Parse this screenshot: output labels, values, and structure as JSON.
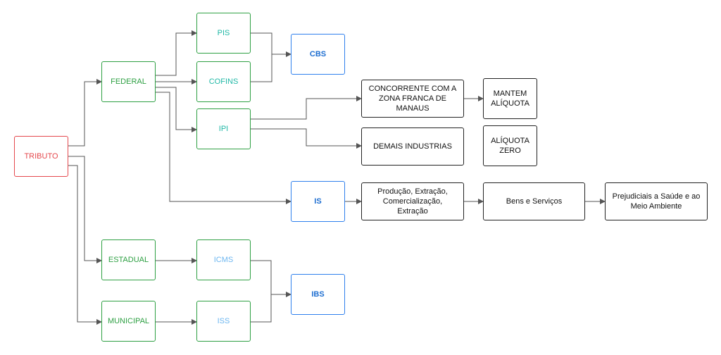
{
  "nodes": {
    "tributo": "TRIBUTO",
    "federal": "FEDERAL",
    "estadual": "ESTADUAL",
    "municipal": "MUNICIPAL",
    "pis": "PIS",
    "cofins": "COFINS",
    "ipi": "IPI",
    "cbs": "CBS",
    "is": "IS",
    "icms": "ICMS",
    "iss": "ISS",
    "ibs": "IBS",
    "concorrente": "CONCORRENTE COM A\nZONA FRANCA DE\nMANAUS",
    "mantem": "MANTEM\nALÍQUOTA",
    "demais": "DEMAIS INDUSTRIAS",
    "aliquota_zero": "ALÍQUOTA\nZERO",
    "producao": "Produção, Extração,\nComercialização,\nExtração",
    "bens": "Bens e Serviços",
    "prejudiciais": "Prejudiciais a Saúde e ao\nMeio Ambiente"
  },
  "colors": {
    "red": "#e5484d",
    "green": "#2ea043",
    "teal": "#20b8a6",
    "light_blue": "#6cb6f0",
    "blue": "#2f80ed",
    "black": "#222222",
    "edge": "#555555"
  }
}
